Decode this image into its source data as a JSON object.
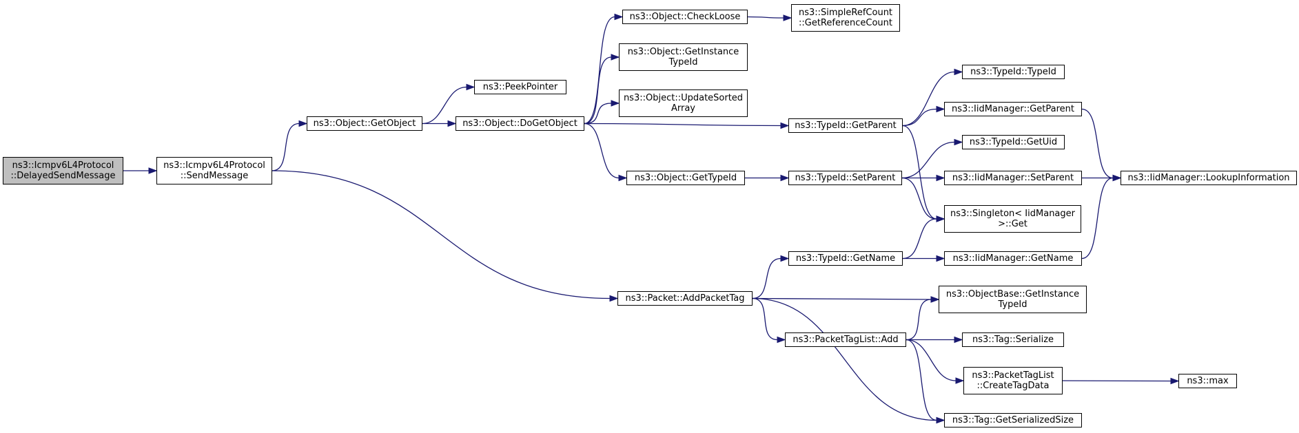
{
  "colors": {
    "edge": "#191970",
    "node_border": "#000000",
    "root_fill": "#bfbfbf",
    "node_fill": "#ffffff"
  },
  "nodes": [
    {
      "id": "delayed_send",
      "lines": [
        "ns3::Icmpv6L4Protocol",
        "::DelayedSendMessage"
      ],
      "root": true
    },
    {
      "id": "send_message",
      "lines": [
        "ns3::Icmpv6L4Protocol",
        "::SendMessage"
      ]
    },
    {
      "id": "get_object",
      "lines": [
        "ns3::Object::GetObject"
      ]
    },
    {
      "id": "peek_pointer",
      "lines": [
        "ns3::PeekPointer"
      ]
    },
    {
      "id": "do_get_object",
      "lines": [
        "ns3::Object::DoGetObject"
      ]
    },
    {
      "id": "check_loose",
      "lines": [
        "ns3::Object::CheckLoose"
      ]
    },
    {
      "id": "simple_ref_count",
      "lines": [
        "ns3::SimpleRefCount",
        "::GetReferenceCount"
      ]
    },
    {
      "id": "get_instance_typeid",
      "lines": [
        "ns3::Object::GetInstance",
        "TypeId"
      ]
    },
    {
      "id": "update_sorted",
      "lines": [
        "ns3::Object::UpdateSorted",
        "Array"
      ]
    },
    {
      "id": "typeid_get_parent",
      "lines": [
        "ns3::TypeId::GetParent"
      ]
    },
    {
      "id": "typeid_ctor",
      "lines": [
        "ns3::TypeId::TypeId"
      ]
    },
    {
      "id": "iid_get_parent",
      "lines": [
        "ns3::IidManager::GetParent"
      ]
    },
    {
      "id": "object_get_typeid",
      "lines": [
        "ns3::Object::GetTypeId"
      ]
    },
    {
      "id": "typeid_set_parent",
      "lines": [
        "ns3::TypeId::SetParent"
      ]
    },
    {
      "id": "typeid_get_uid",
      "lines": [
        "ns3::TypeId::GetUid"
      ]
    },
    {
      "id": "iid_set_parent",
      "lines": [
        "ns3::IidManager::SetParent"
      ]
    },
    {
      "id": "iid_lookup",
      "lines": [
        "ns3::IidManager::LookupInformation"
      ]
    },
    {
      "id": "singleton_get",
      "lines": [
        "ns3::Singleton< IidManager",
        " >::Get"
      ]
    },
    {
      "id": "typeid_get_name",
      "lines": [
        "ns3::TypeId::GetName"
      ]
    },
    {
      "id": "iid_get_name",
      "lines": [
        "ns3::IidManager::GetName"
      ]
    },
    {
      "id": "add_packet_tag",
      "lines": [
        "ns3::Packet::AddPacketTag"
      ]
    },
    {
      "id": "objectbase_get_instance",
      "lines": [
        "ns3::ObjectBase::GetInstance",
        "TypeId"
      ]
    },
    {
      "id": "packet_tag_list_add",
      "lines": [
        "ns3::PacketTagList::Add"
      ]
    },
    {
      "id": "tag_serialize",
      "lines": [
        "ns3::Tag::Serialize"
      ]
    },
    {
      "id": "create_tag_data",
      "lines": [
        "ns3::PacketTagList",
        "::CreateTagData"
      ]
    },
    {
      "id": "max",
      "lines": [
        "ns3::max"
      ]
    },
    {
      "id": "tag_get_serialized_size",
      "lines": [
        "ns3::Tag::GetSerializedSize"
      ]
    }
  ],
  "edges": [
    [
      "delayed_send",
      "send_message"
    ],
    [
      "send_message",
      "get_object"
    ],
    [
      "send_message",
      "add_packet_tag"
    ],
    [
      "get_object",
      "peek_pointer"
    ],
    [
      "get_object",
      "do_get_object"
    ],
    [
      "do_get_object",
      "check_loose"
    ],
    [
      "do_get_object",
      "get_instance_typeid"
    ],
    [
      "do_get_object",
      "update_sorted"
    ],
    [
      "do_get_object",
      "typeid_get_parent"
    ],
    [
      "do_get_object",
      "object_get_typeid"
    ],
    [
      "check_loose",
      "simple_ref_count"
    ],
    [
      "typeid_get_parent",
      "typeid_ctor"
    ],
    [
      "typeid_get_parent",
      "iid_get_parent"
    ],
    [
      "typeid_get_parent",
      "singleton_get"
    ],
    [
      "iid_get_parent",
      "iid_lookup"
    ],
    [
      "object_get_typeid",
      "typeid_set_parent"
    ],
    [
      "typeid_set_parent",
      "typeid_get_uid"
    ],
    [
      "typeid_set_parent",
      "iid_set_parent"
    ],
    [
      "typeid_set_parent",
      "singleton_get"
    ],
    [
      "iid_set_parent",
      "iid_lookup"
    ],
    [
      "add_packet_tag",
      "typeid_get_name"
    ],
    [
      "add_packet_tag",
      "objectbase_get_instance"
    ],
    [
      "add_packet_tag",
      "packet_tag_list_add"
    ],
    [
      "add_packet_tag",
      "tag_get_serialized_size"
    ],
    [
      "typeid_get_name",
      "singleton_get"
    ],
    [
      "typeid_get_name",
      "iid_get_name"
    ],
    [
      "iid_get_name",
      "iid_lookup"
    ],
    [
      "packet_tag_list_add",
      "objectbase_get_instance"
    ],
    [
      "packet_tag_list_add",
      "tag_serialize"
    ],
    [
      "packet_tag_list_add",
      "create_tag_data"
    ],
    [
      "packet_tag_list_add",
      "tag_get_serialized_size"
    ],
    [
      "create_tag_data",
      "max"
    ]
  ]
}
